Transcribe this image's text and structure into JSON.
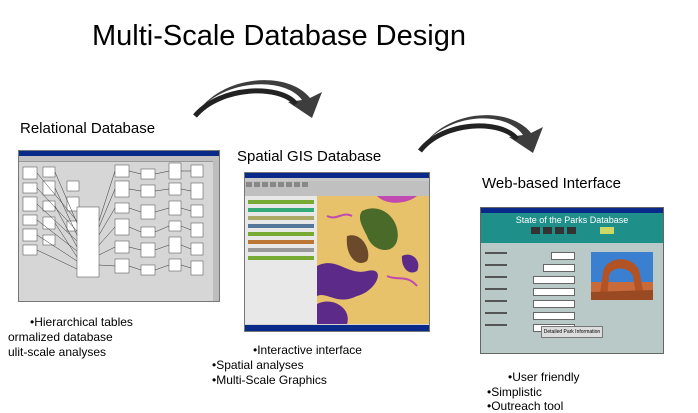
{
  "title": "Multi-Scale Database Design",
  "sections": {
    "relational": {
      "heading": "Relational Database",
      "bullets": [
        "•Hierarchical tables",
        "ormalized database",
        "ulit-scale analyses"
      ]
    },
    "gis": {
      "heading": "Spatial GIS Database",
      "bullets": [
        "•Interactive interface",
        "•Spatial analyses",
        "•Multi-Scale Graphics"
      ]
    },
    "web": {
      "heading": "Web-based Interface",
      "bullets": [
        "•User friendly",
        "•Simplistic",
        "•Outreach tool"
      ],
      "screen_title": "State of the Parks Database",
      "button_label": "Detailed Park Information"
    }
  },
  "colors": {
    "arrow": "#3d3d3d",
    "web_header": "#1f8f8a",
    "web_body": "#b9c9c8",
    "gis_land": "#e7c26a",
    "gis_water": "#5c2a88",
    "window_title": "#0a2a8a"
  }
}
